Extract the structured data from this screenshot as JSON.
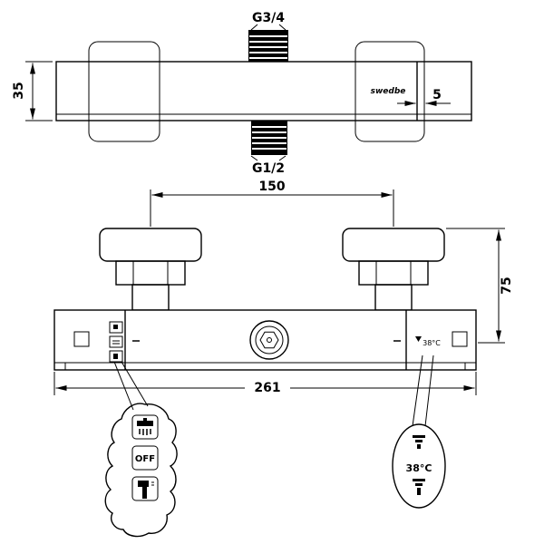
{
  "drawing": {
    "background": "#ffffff",
    "line_color": "#000000",
    "top_view": {
      "top_connection_label": "G3/4",
      "bottom_connection_label": "G1/2",
      "height_dim": "35",
      "brand": "swedbe",
      "plate_offset_dim": "5"
    },
    "front_view": {
      "centers_dim": "150",
      "depth_dim": "75",
      "width_dim": "261",
      "temp_label": "38°C"
    },
    "callouts": {
      "left": {
        "icons": [
          "overhead-shower-icon",
          "off-label",
          "hand-shower-icon"
        ],
        "off_label": "OFF"
      },
      "right": {
        "temp_label": "38°C",
        "icons": [
          "temp-funnel-top-icon",
          "temp-funnel-bottom-icon"
        ]
      }
    }
  }
}
